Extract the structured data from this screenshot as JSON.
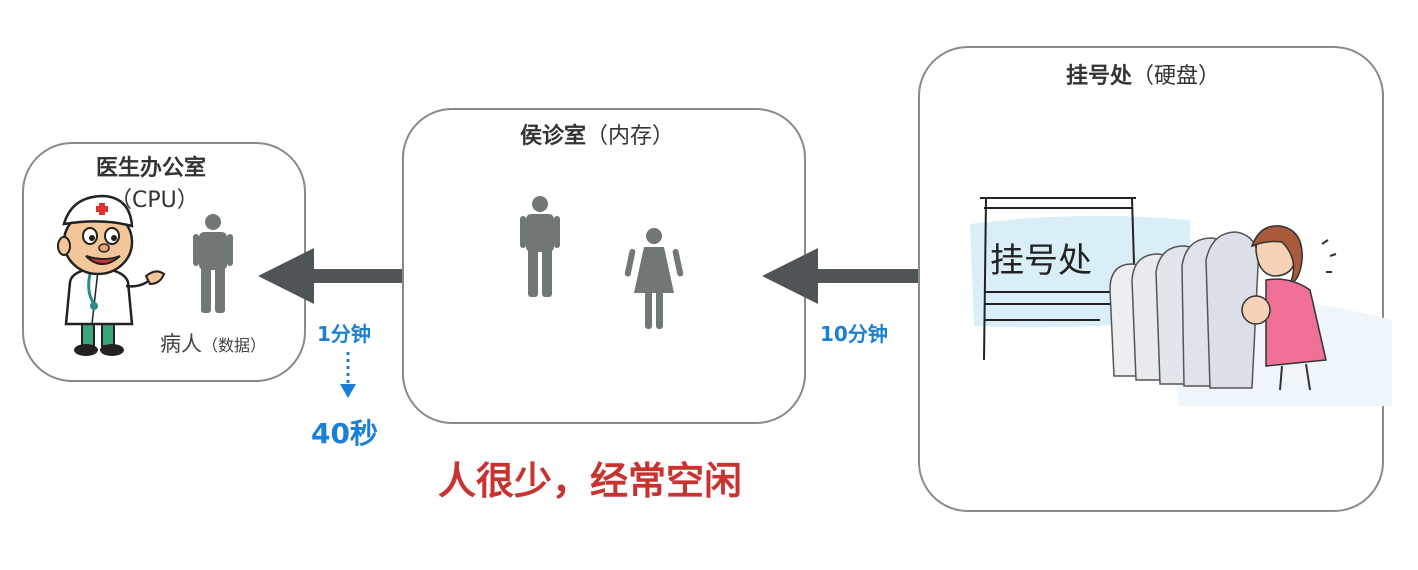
{
  "office": {
    "title": "医生办公室",
    "subtitle": "（CPU）",
    "patient_label": "病人",
    "patient_label_sub": "（数据）"
  },
  "waiting": {
    "title": "侯诊室",
    "title_sub": "（内存）"
  },
  "registration": {
    "title": "挂号处",
    "title_sub": "（硬盘）",
    "sign_text": "挂号处"
  },
  "arrows": {
    "left_time": "1分钟",
    "left_result": "40秒",
    "right_time": "10分钟"
  },
  "caption": "人很少，经常空闲",
  "colors": {
    "arrow": "#4f5556",
    "person": "#707775",
    "blue_text": "#1a7fd6",
    "red_text": "#c8322f",
    "box_border": "#8a8a8a"
  }
}
